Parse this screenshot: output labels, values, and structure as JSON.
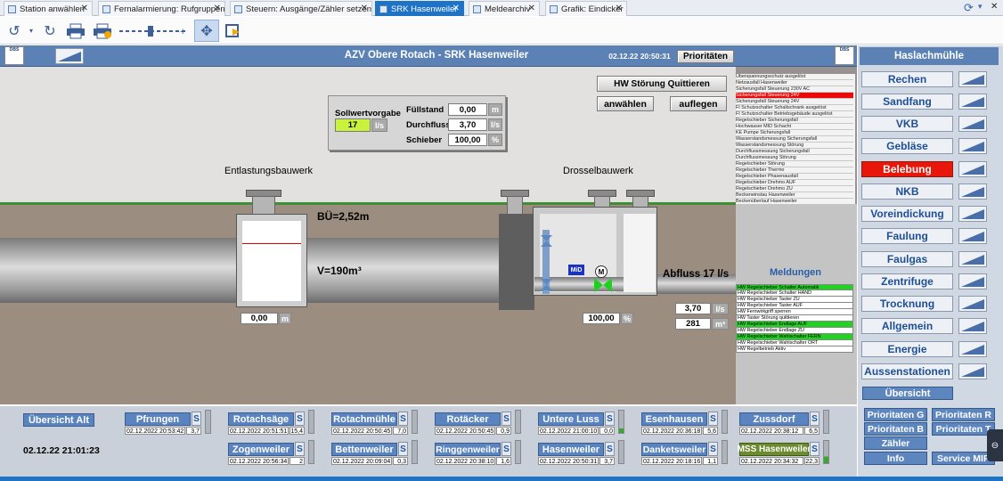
{
  "tabs": [
    {
      "label": "Station anwählen",
      "active": false
    },
    {
      "label": "Fernalarmierung: Rufgruppen",
      "active": false
    },
    {
      "label": "Steuern: Ausgänge/Zähler setzen",
      "active": false
    },
    {
      "label": "SRK Hasenweiler",
      "active": true
    },
    {
      "label": "Meldearchiv",
      "active": false
    },
    {
      "label": "Grafik: Eindicker",
      "active": false
    }
  ],
  "header": {
    "title": "AZV Obere Rotach - SRK Hasenweiler",
    "datetime": "02.12.22 20:50:31",
    "prioritaeten": "Prioritäten"
  },
  "logo_text": "DBS",
  "sollwert": {
    "label": "Sollwertvorgabe",
    "value": "17",
    "unit": "l/s",
    "rows": [
      {
        "label": "Füllstand",
        "value": "0,00",
        "unit": "m"
      },
      {
        "label": "Durchfluss",
        "value": "3,70",
        "unit": "l/s"
      },
      {
        "label": "Schieber",
        "value": "100,00",
        "unit": "%"
      }
    ]
  },
  "controls": {
    "quittieren": "HW Störung Quittieren",
    "anwaehlen": "anwählen",
    "auflegen": "auflegen"
  },
  "scene": {
    "entlastung": "Entlastungsbauwerk",
    "drossel": "Drosselbauwerk",
    "bue": "BÜ=2,52m",
    "volume": "V=190m³",
    "abfluss": "Abfluss  17 l/s",
    "mid": "MiD",
    "motor": "M",
    "level_value": "0,00",
    "level_unit": "m",
    "valve_value": "100,00",
    "valve_unit": "%",
    "flow_value": "3,70",
    "flow_unit": "l/s",
    "total_value": "281",
    "total_unit": "m³"
  },
  "alarms": [
    {
      "text": "Überspannungsschutz ausgelöst",
      "state": "normal"
    },
    {
      "text": "Netzausfall Hasenweiler",
      "state": "normal"
    },
    {
      "text": "Sicherungsfall Steuerung 230V AC",
      "state": "normal"
    },
    {
      "text": "Sicherungsfall Steuerung 24V",
      "state": "red"
    },
    {
      "text": "Sicherungsfall Steuerung 24V",
      "state": "normal"
    },
    {
      "text": "FI Schutzschalter Schaltschrank ausgelöst",
      "state": "normal"
    },
    {
      "text": "FI Schutzschalter Betriebsgebäude ausgelöst",
      "state": "normal"
    },
    {
      "text": "Regelschieber Sicherungsfall",
      "state": "normal"
    },
    {
      "text": "Hochwasser MID Schacht",
      "state": "normal"
    },
    {
      "text": "KE Pumpe Sicherungsfall",
      "state": "normal"
    },
    {
      "text": "Wasserstandsmessung Sicherungsfall",
      "state": "normal"
    },
    {
      "text": "Wasserstandsmessung Störung",
      "state": "normal"
    },
    {
      "text": "Durchflussmessung Sicherungsfall",
      "state": "normal"
    },
    {
      "text": "Durchflussmessung Störung",
      "state": "normal"
    },
    {
      "text": "Regelschieber Störung",
      "state": "normal"
    },
    {
      "text": "Regelschieber Thermo",
      "state": "normal"
    },
    {
      "text": "Regelschieber Phasenausfall",
      "state": "normal"
    },
    {
      "text": "Regelschieber Drehmo AUF",
      "state": "normal"
    },
    {
      "text": "Regelschieber Drehmo ZU",
      "state": "normal"
    },
    {
      "text": "Beckeneinstau Hasenweiler",
      "state": "normal"
    },
    {
      "text": "Beckenüberlauf Hasenweiler",
      "state": "normal"
    }
  ],
  "meldungen": {
    "title": "Meldungen",
    "items": [
      {
        "text": "HW Regelschieber Schalter Automatik",
        "state": "green"
      },
      {
        "text": "HW Regelschieber Schalter HAND",
        "state": "normal"
      },
      {
        "text": "HW Regelschieber Taster ZU",
        "state": "normal"
      },
      {
        "text": "HW Regelschieber Taster AUF",
        "state": "normal"
      },
      {
        "text": "HW Fernwirkgriff sperren",
        "state": "normal"
      },
      {
        "text": "HW Taster Störung quittieren",
        "state": "normal"
      },
      {
        "text": "HW Regelschieber Endlage AUF",
        "state": "green"
      },
      {
        "text": "HW Regelschieber Endlage ZU",
        "state": "normal"
      },
      {
        "text": "HW Regelschieber Wahlschalter FERN",
        "state": "green"
      },
      {
        "text": "HW Regelschieber Wahlschalter ORT",
        "state": "normal"
      },
      {
        "text": "HW Regelbetrieb Aktiv",
        "state": "normal"
      }
    ]
  },
  "sidebar": {
    "title": "Haslachmühle",
    "items": [
      {
        "label": "Rechen",
        "alarm": false
      },
      {
        "label": "Sandfang",
        "alarm": false
      },
      {
        "label": "VKB",
        "alarm": false
      },
      {
        "label": "Gebläse",
        "alarm": false
      },
      {
        "label": "Belebung",
        "alarm": true
      },
      {
        "label": "NKB",
        "alarm": false
      },
      {
        "label": "Voreindickung",
        "alarm": false
      },
      {
        "label": "Faulung",
        "alarm": false
      },
      {
        "label": "Faulgas",
        "alarm": false
      },
      {
        "label": "Zentrifuge",
        "alarm": false
      },
      {
        "label": "Trocknung",
        "alarm": false
      },
      {
        "label": "Allgemein",
        "alarm": false
      },
      {
        "label": "Energie",
        "alarm": false
      },
      {
        "label": "Aussenstationen",
        "alarm": false
      }
    ],
    "uebersicht": "Übersicht",
    "small": [
      "Prioritaten G",
      "Prioritaten R",
      "Prioritaten B",
      "Prioritaten T",
      "Zähler",
      "Info",
      "Service MIP"
    ]
  },
  "bottom": {
    "uebersicht_alt": "Übersicht Alt",
    "clock": "02.12.22 21:01:23",
    "stations": [
      {
        "name": "Pfrungen",
        "date": "02.12.2022 20:53:42",
        "value": "3,7",
        "bar": ""
      },
      {
        "name": "Rotachsäge",
        "date": "02.12.2022 20:51:51",
        "value": "15,4",
        "bar": ""
      },
      {
        "name": "Rotachmühle",
        "date": "02.12.2022 20:50:45",
        "value": "7,0",
        "bar": ""
      },
      {
        "name": "Rotäcker",
        "date": "02.12.2022 20:50:45",
        "value": "0,9",
        "bar": ""
      },
      {
        "name": "Untere Luss",
        "date": "02.12.2022 21:00:10",
        "value": "0,0",
        "bar": "green"
      },
      {
        "name": "Esenhausen",
        "date": "02.12.2022 20:36:18",
        "value": "5,6",
        "bar": ""
      },
      {
        "name": "Zussdorf",
        "date": "02.12.2022 20:38:12",
        "value": "6,5",
        "bar": ""
      },
      {
        "name": "Zogenweiler",
        "date": "02.12.2022 20:56:34",
        "value": "2",
        "bar": ""
      },
      {
        "name": "Bettenweiler",
        "date": "02.12.2022 20:09:04",
        "value": "0,3",
        "bar": ""
      },
      {
        "name": "Ringgenweiler",
        "date": "02.12.2022 20:38:10",
        "value": "1,6",
        "bar": ""
      },
      {
        "name": "Hasenweiler",
        "date": "02.12.2022 20:50:31",
        "value": "3,7",
        "bar": ""
      },
      {
        "name": "Danketsweiler",
        "date": "02.12.2022 20:18:16",
        "value": "1,1",
        "bar": ""
      },
      {
        "name": "MSS Hasenweiler",
        "date": "02.12.2022 20:34:32",
        "value": "22,3",
        "bar": "green"
      }
    ],
    "s_label": "S"
  }
}
